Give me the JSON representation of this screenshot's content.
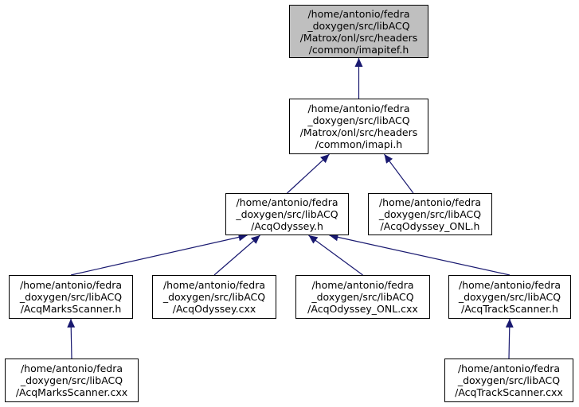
{
  "diagram": {
    "edge_color": "#191970",
    "highlight_color": "#bfbfbf",
    "nodes": {
      "imapitef": {
        "lines": [
          "/home/antonio/fedra",
          "_doxygen/src/libACQ",
          "/Matrox/onl/src/headers",
          "/common/imapitef.h"
        ],
        "highlighted": true
      },
      "imapi": {
        "lines": [
          "/home/antonio/fedra",
          "_doxygen/src/libACQ",
          "/Matrox/onl/src/headers",
          "/common/imapi.h"
        ]
      },
      "acqodyssey_h": {
        "lines": [
          "/home/antonio/fedra",
          "_doxygen/src/libACQ",
          "/AcqOdyssey.h"
        ]
      },
      "acqodyssey_onl_h": {
        "lines": [
          "/home/antonio/fedra",
          "_doxygen/src/libACQ",
          "/AcqOdyssey_ONL.h"
        ]
      },
      "acqmarksscanner_h": {
        "lines": [
          "/home/antonio/fedra",
          "_doxygen/src/libACQ",
          "/AcqMarksScanner.h"
        ]
      },
      "acqodyssey_cxx": {
        "lines": [
          "/home/antonio/fedra",
          "_doxygen/src/libACQ",
          "/AcqOdyssey.cxx"
        ]
      },
      "acqodyssey_onl_cxx": {
        "lines": [
          "/home/antonio/fedra",
          "_doxygen/src/libACQ",
          "/AcqOdyssey_ONL.cxx"
        ]
      },
      "acqtrackscanner_h": {
        "lines": [
          "/home/antonio/fedra",
          "_doxygen/src/libACQ",
          "/AcqTrackScanner.h"
        ]
      },
      "acqmarksscanner_cxx": {
        "lines": [
          "/home/antonio/fedra",
          "_doxygen/src/libACQ",
          "/AcqMarksScanner.cxx"
        ]
      },
      "acqtrackscanner_cxx": {
        "lines": [
          "/home/antonio/fedra",
          "_doxygen/src/libACQ",
          "/AcqTrackScanner.cxx"
        ]
      }
    },
    "edges": [
      [
        "imapi",
        "imapitef"
      ],
      [
        "acqodyssey_h",
        "imapi"
      ],
      [
        "acqodyssey_onl_h",
        "imapi"
      ],
      [
        "acqmarksscanner_h",
        "acqodyssey_h"
      ],
      [
        "acqodyssey_cxx",
        "acqodyssey_h"
      ],
      [
        "acqodyssey_onl_cxx",
        "acqodyssey_h"
      ],
      [
        "acqtrackscanner_h",
        "acqodyssey_h"
      ],
      [
        "acqmarksscanner_cxx",
        "acqmarksscanner_h"
      ],
      [
        "acqtrackscanner_cxx",
        "acqtrackscanner_h"
      ]
    ]
  }
}
